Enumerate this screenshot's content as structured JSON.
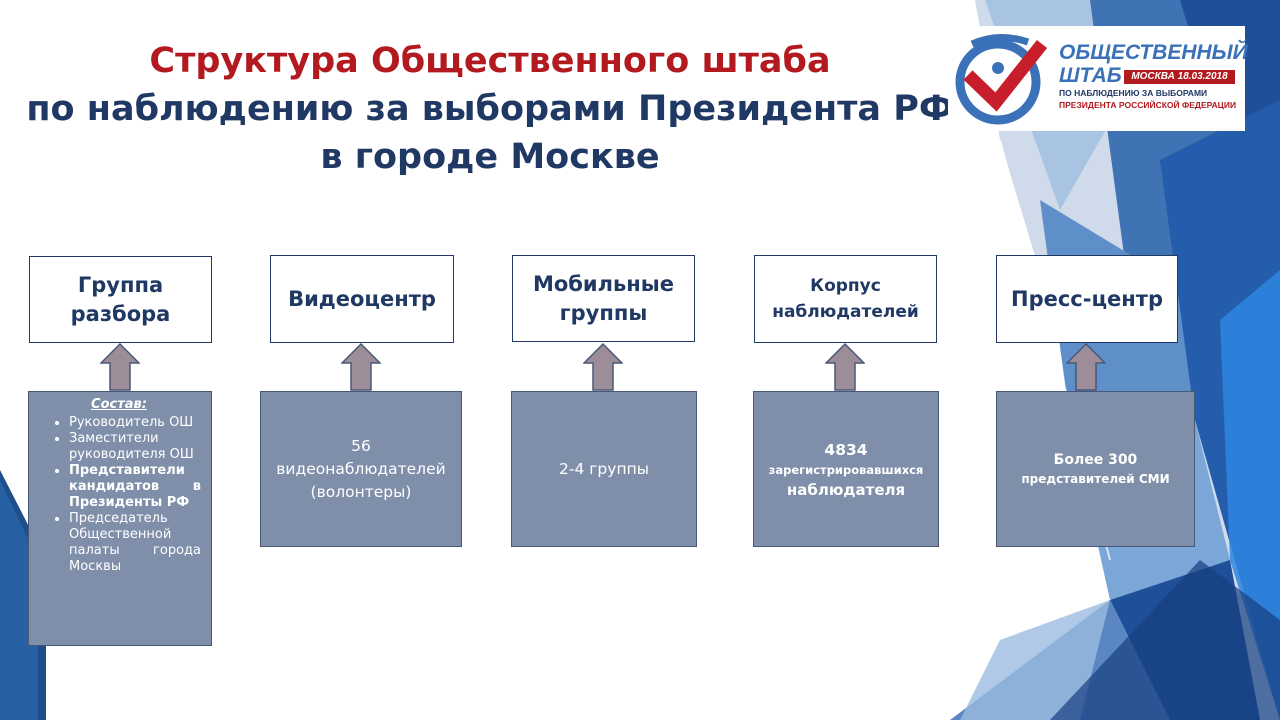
{
  "title": {
    "line1": "Структура Общественного штаба",
    "line2": "по наблюдению за выборами Президента РФ",
    "line3": "в городе Москве"
  },
  "logo": {
    "line1": "ОБЩЕСТВЕННЫЙ",
    "line2": "ШТАБ",
    "date": "МОСКВА 18.03.2018",
    "line3": "ПО НАБЛЮДЕНИЮ ЗА ВЫБОРАМИ",
    "line4": "ПРЕЗИДЕНТА РОССИЙСКОЙ ФЕДЕРАЦИИ"
  },
  "units": [
    {
      "name": "Группа разбора"
    },
    {
      "name": "Видеоцентр",
      "detail_lines": [
        "56",
        "видеонаблюдателей",
        "(волонтеры)"
      ]
    },
    {
      "name": "Мобильные группы",
      "detail_lines": [
        "2-4 группы"
      ]
    },
    {
      "name": "Корпус наблюдателей",
      "detail_lines": [
        "4834",
        "зарегистрировавшихся",
        "наблюдателя"
      ]
    },
    {
      "name": "Пресс-центр",
      "detail_lines": [
        "Более 300",
        "представителей СМИ"
      ]
    }
  ],
  "sostav": {
    "title": "Состав:",
    "items": [
      {
        "text": "Руководитель ОШ",
        "bold": false
      },
      {
        "text": "Заместители руководителя ОШ",
        "bold": false
      },
      {
        "text": "Представители кандидатов в Президенты РФ",
        "bold": true
      },
      {
        "text": "Председатель Общественной палаты города Москвы",
        "bold": false
      }
    ]
  },
  "colors": {
    "title_red": "#b21a1f",
    "title_navy": "#1f3864",
    "detail_box": "#7f8faa",
    "arrow": "#9c8d99"
  }
}
